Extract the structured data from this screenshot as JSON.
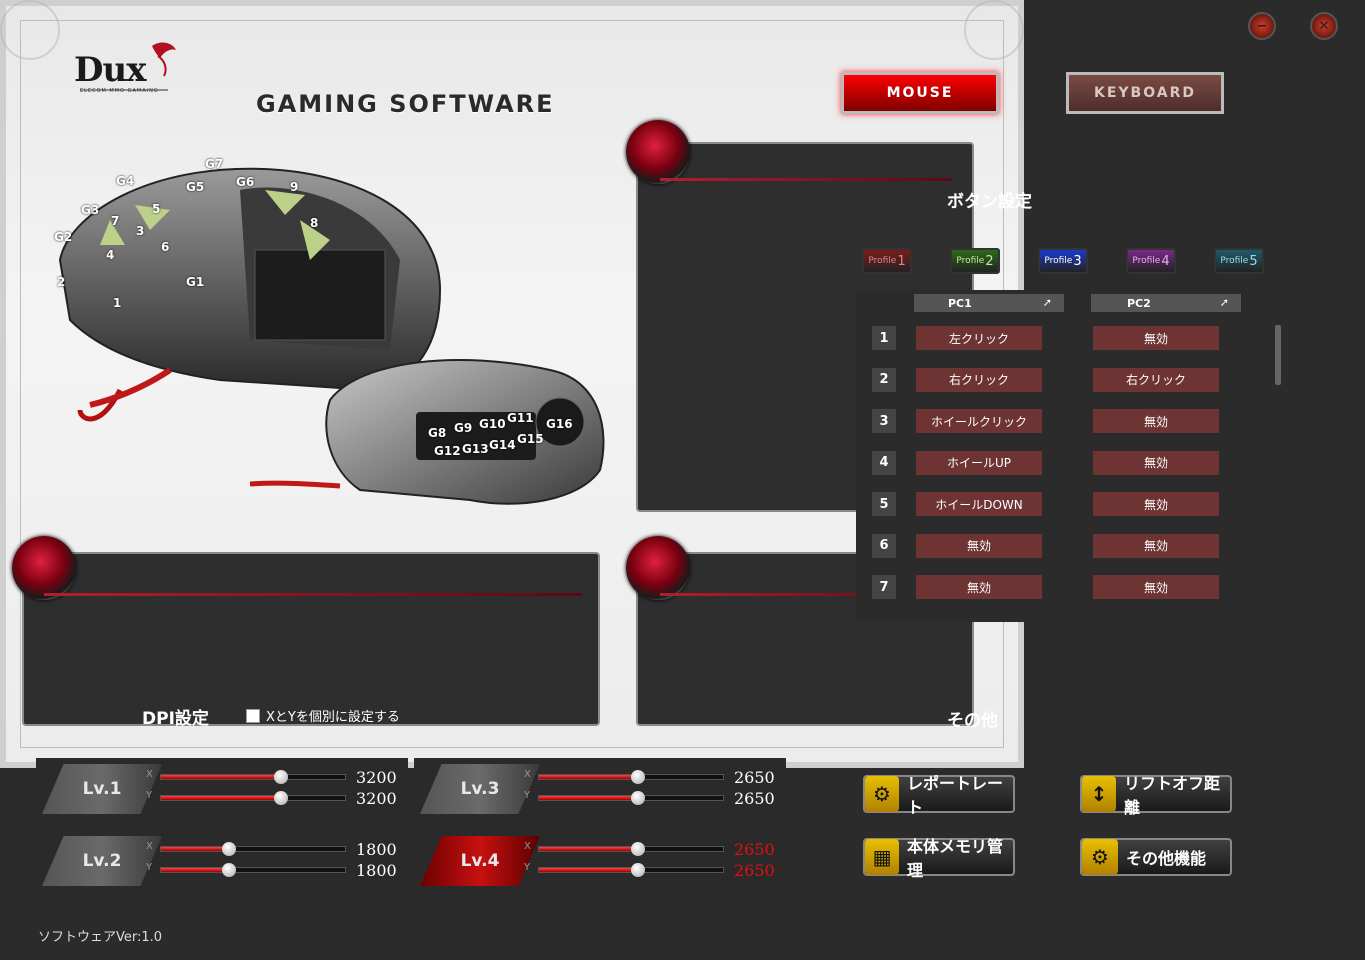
{
  "app": {
    "logo": "Dux",
    "logo_sub": "ELECOM MMO GAMAING",
    "title": "GAMING SOFTWARE",
    "version": "ソフトウェアVer:1.0"
  },
  "mode_tabs": {
    "mouse": "MOUSE",
    "keyboard": "KEYBOARD"
  },
  "window_controls": {
    "minimize": "−",
    "close": "✕"
  },
  "mouse_labels": [
    "G7",
    "G4",
    "G5",
    "G6",
    "9",
    "G3",
    "7",
    "5",
    "8",
    "3",
    "G2",
    "4",
    "6",
    "2",
    "1",
    "G1",
    "G16",
    "G8",
    "G9",
    "G10",
    "G11",
    "G12",
    "G13",
    "G14",
    "G15"
  ],
  "panels": {
    "button_title": "ボタン設定",
    "dpi_title": "DPI設定",
    "dpi_checkbox_label": "XとYを個別に設定する",
    "other_title": "その他"
  },
  "profiles": [
    {
      "label": "Profile",
      "num": "1",
      "bg": "#7a1c1c",
      "fg": "#d88"
    },
    {
      "label": "Profile",
      "num": "2",
      "bg": "#2d6a18",
      "fg": "#bfe8a0"
    },
    {
      "label": "Profile",
      "num": "3",
      "bg": "#1a3bcf",
      "fg": "#fff"
    },
    {
      "label": "Profile",
      "num": "4",
      "bg": "#7a2a8a",
      "fg": "#e6b0f0"
    },
    {
      "label": "Profile",
      "num": "5",
      "bg": "#1f5a6a",
      "fg": "#a0d8e8"
    }
  ],
  "button_table": {
    "pc1_header": "PC1",
    "pc2_header": "PC2",
    "rows": [
      {
        "num": "1",
        "pc1": "左クリック",
        "pc2": "無効"
      },
      {
        "num": "2",
        "pc1": "右クリック",
        "pc2": "右クリック"
      },
      {
        "num": "3",
        "pc1": "ホイールクリック",
        "pc2": "無効"
      },
      {
        "num": "4",
        "pc1": "ホイールUP",
        "pc2": "無効"
      },
      {
        "num": "5",
        "pc1": "ホイールDOWN",
        "pc2": "無効"
      },
      {
        "num": "6",
        "pc1": "無効",
        "pc2": "無効"
      },
      {
        "num": "7",
        "pc1": "無効",
        "pc2": "無効"
      }
    ]
  },
  "dpi_levels": [
    {
      "label": "Lv.1",
      "x": "3200",
      "y": "3200",
      "x_fill": 0.65,
      "y_fill": 0.65,
      "active": false
    },
    {
      "label": "Lv.2",
      "x": "1800",
      "y": "1800",
      "x_fill": 0.37,
      "y_fill": 0.37,
      "active": false
    },
    {
      "label": "Lv.3",
      "x": "2650",
      "y": "2650",
      "x_fill": 0.54,
      "y_fill": 0.54,
      "active": false
    },
    {
      "label": "Lv.4",
      "x": "2650",
      "y": "2650",
      "x_fill": 0.54,
      "y_fill": 0.54,
      "active": true
    }
  ],
  "axis": {
    "x": "X",
    "y": "Y"
  },
  "functions": {
    "report_rate": "レポートレート",
    "liftoff": "リフトオフ距離",
    "memory": "本体メモリ管理",
    "other": "その他機能"
  }
}
